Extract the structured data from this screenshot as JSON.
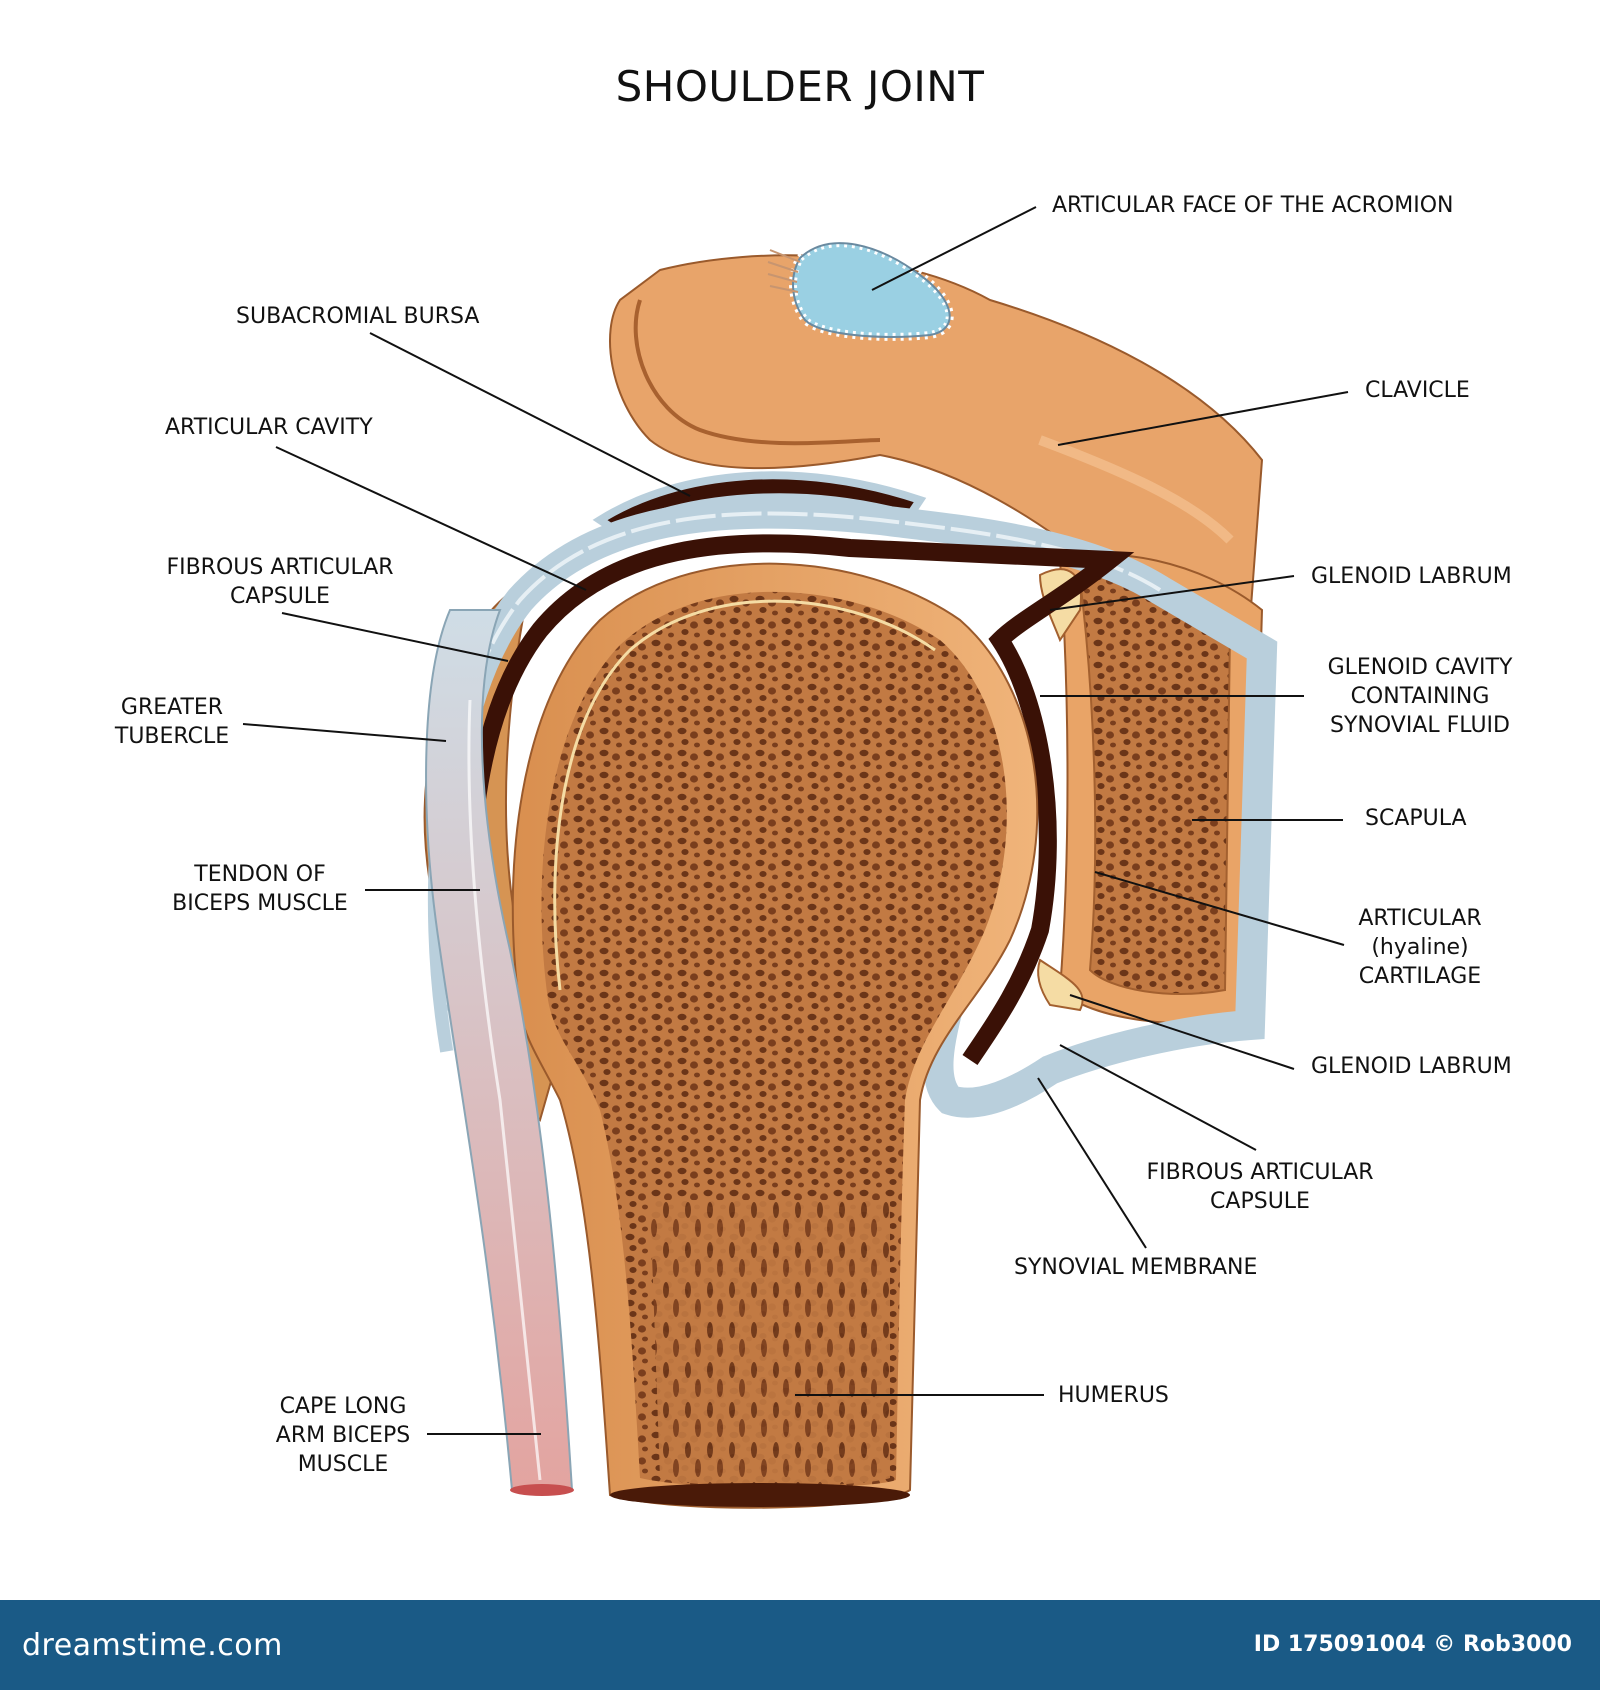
{
  "title": "SHOULDER JOINT",
  "labels": {
    "acromion_face": [
      "ARTICULAR FACE OF THE ACROMION"
    ],
    "subacromial_bursa": [
      "SUBACROMIAL BURSA"
    ],
    "clavicle": [
      "CLAVICLE"
    ],
    "articular_cavity": [
      "ARTICULAR CAVITY"
    ],
    "fibrous_capsule_left": [
      "FIBROUS ARTICULAR",
      "CAPSULE"
    ],
    "glenoid_labrum_top": [
      "GLENOID LABRUM"
    ],
    "greater_tubercle": [
      "GREATER",
      "TUBERCLE"
    ],
    "glenoid_cavity": [
      "GLENOID CAVITY",
      "CONTAINING",
      "SYNOVIAL FLUID"
    ],
    "scapula": [
      "SCAPULA"
    ],
    "tendon_biceps": [
      "TENDON OF",
      "BICEPS MUSCLE"
    ],
    "articular_cartilage": [
      "ARTICULAR",
      "(hyaline)",
      "CARTILAGE"
    ],
    "glenoid_labrum_bottom": [
      "GLENOID LABRUM"
    ],
    "fibrous_capsule_right": [
      "FIBROUS ARTICULAR",
      "CAPSULE"
    ],
    "synovial_membrane": [
      "SYNOVIAL MEMBRANE"
    ],
    "humerus": [
      "HUMERUS"
    ],
    "cape_long_biceps": [
      "CAPE LONG",
      "ARM BICEPS",
      "MUSCLE"
    ]
  },
  "footer": {
    "brand": "dreamstime.com",
    "credit": "ID 175091004 © Rob3000"
  },
  "colors": {
    "bone": "#e9a467",
    "spongy": "#b06c3c",
    "cartilage": "#b9cfdc",
    "cavity": "#3a1106",
    "footer": "#1a5a86"
  }
}
